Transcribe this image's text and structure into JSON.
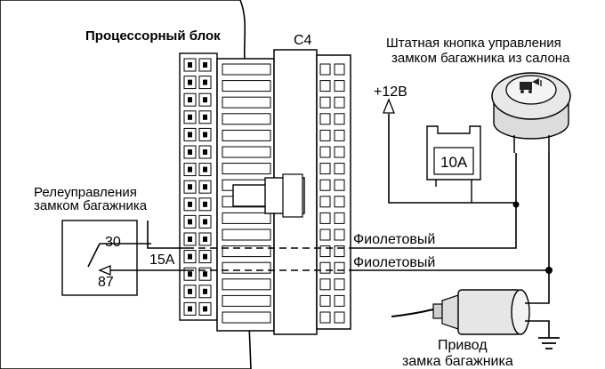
{
  "labels": {
    "processor_block": "Процессорный блок",
    "connector": "С4",
    "button_line1": "Штатная кнопка управления",
    "button_line2": "замком багажника из салона",
    "plus12": "+12В",
    "fuse": "10A",
    "relay_line1": "Релеуправления",
    "relay_line2": "замком багажника",
    "relay_pin30": "30",
    "relay_pin87": "87",
    "current": "15A",
    "wire1": "Фиолетовый",
    "wire2": "Фиолетовый",
    "actuator_line1": "Привод",
    "actuator_line2": "замка багажника"
  },
  "colors": {
    "line": "#000000",
    "block_fill": "#ffffff",
    "button_fill": "#e6e6e6",
    "connector_fill": "#ffffff"
  },
  "icons": {
    "button_symbol": "trunk-open-icon",
    "ground": "ground-icon",
    "arrow_up": "arrow-up-icon"
  }
}
